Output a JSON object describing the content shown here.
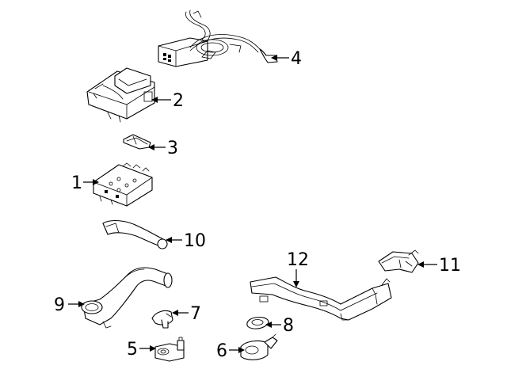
{
  "diagram": {
    "background": "#ffffff",
    "line_color": "#000000",
    "callouts": [
      {
        "id": "callout-1",
        "label": "1"
      },
      {
        "id": "callout-2",
        "label": "2"
      },
      {
        "id": "callout-3",
        "label": "3"
      },
      {
        "id": "callout-4",
        "label": "4"
      },
      {
        "id": "callout-5",
        "label": "5"
      },
      {
        "id": "callout-6",
        "label": "6"
      },
      {
        "id": "callout-7",
        "label": "7"
      },
      {
        "id": "callout-8",
        "label": "8"
      },
      {
        "id": "callout-9",
        "label": "9"
      },
      {
        "id": "callout-10",
        "label": "10"
      },
      {
        "id": "callout-11",
        "label": "11"
      },
      {
        "id": "callout-12",
        "label": "12"
      }
    ]
  }
}
